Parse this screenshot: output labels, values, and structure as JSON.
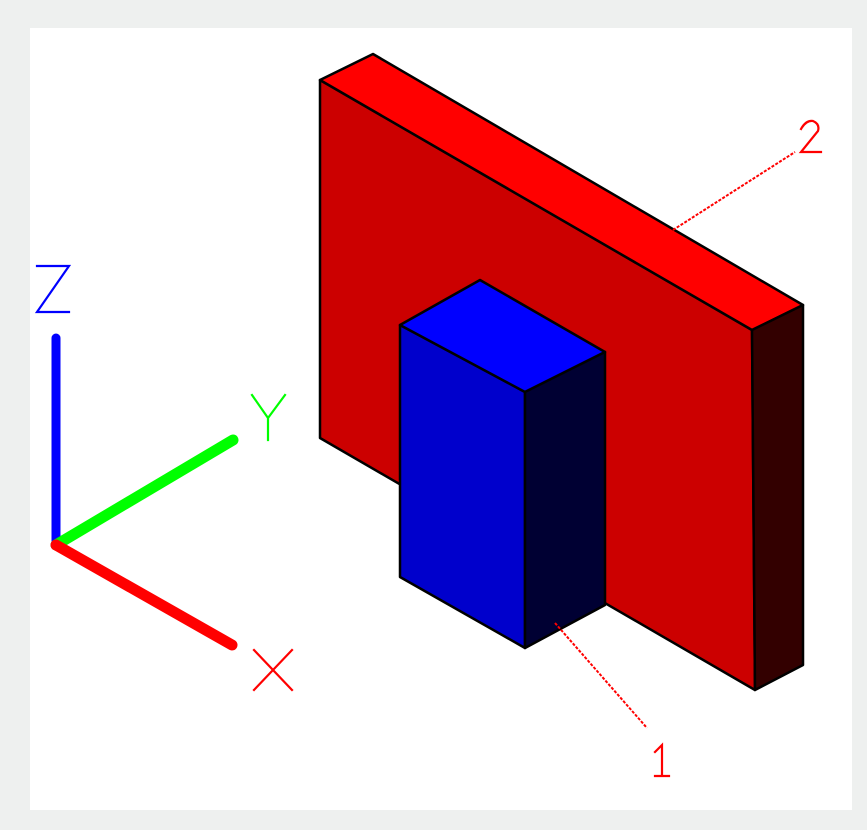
{
  "axes": {
    "x": {
      "label": "X",
      "color": "#ff0000"
    },
    "y": {
      "label": "Y",
      "color": "#00ff00"
    },
    "z": {
      "label": "Z",
      "color": "#0000ff"
    }
  },
  "callouts": [
    {
      "label": "1",
      "refers_to": "blue-box",
      "color": "#ff0000"
    },
    {
      "label": "2",
      "refers_to": "red-plate",
      "color": "#ff0000"
    }
  ],
  "solids": {
    "plate": {
      "front_color": "#cc0000",
      "top_color": "#ff0000",
      "side_color": "#330000"
    },
    "box": {
      "front_color": "#0000cc",
      "top_color": "#0000ff",
      "side_color": "#000033"
    }
  },
  "colors": {
    "background": "#eef0ef",
    "canvas": "#ffffff",
    "edge": "#000000"
  }
}
